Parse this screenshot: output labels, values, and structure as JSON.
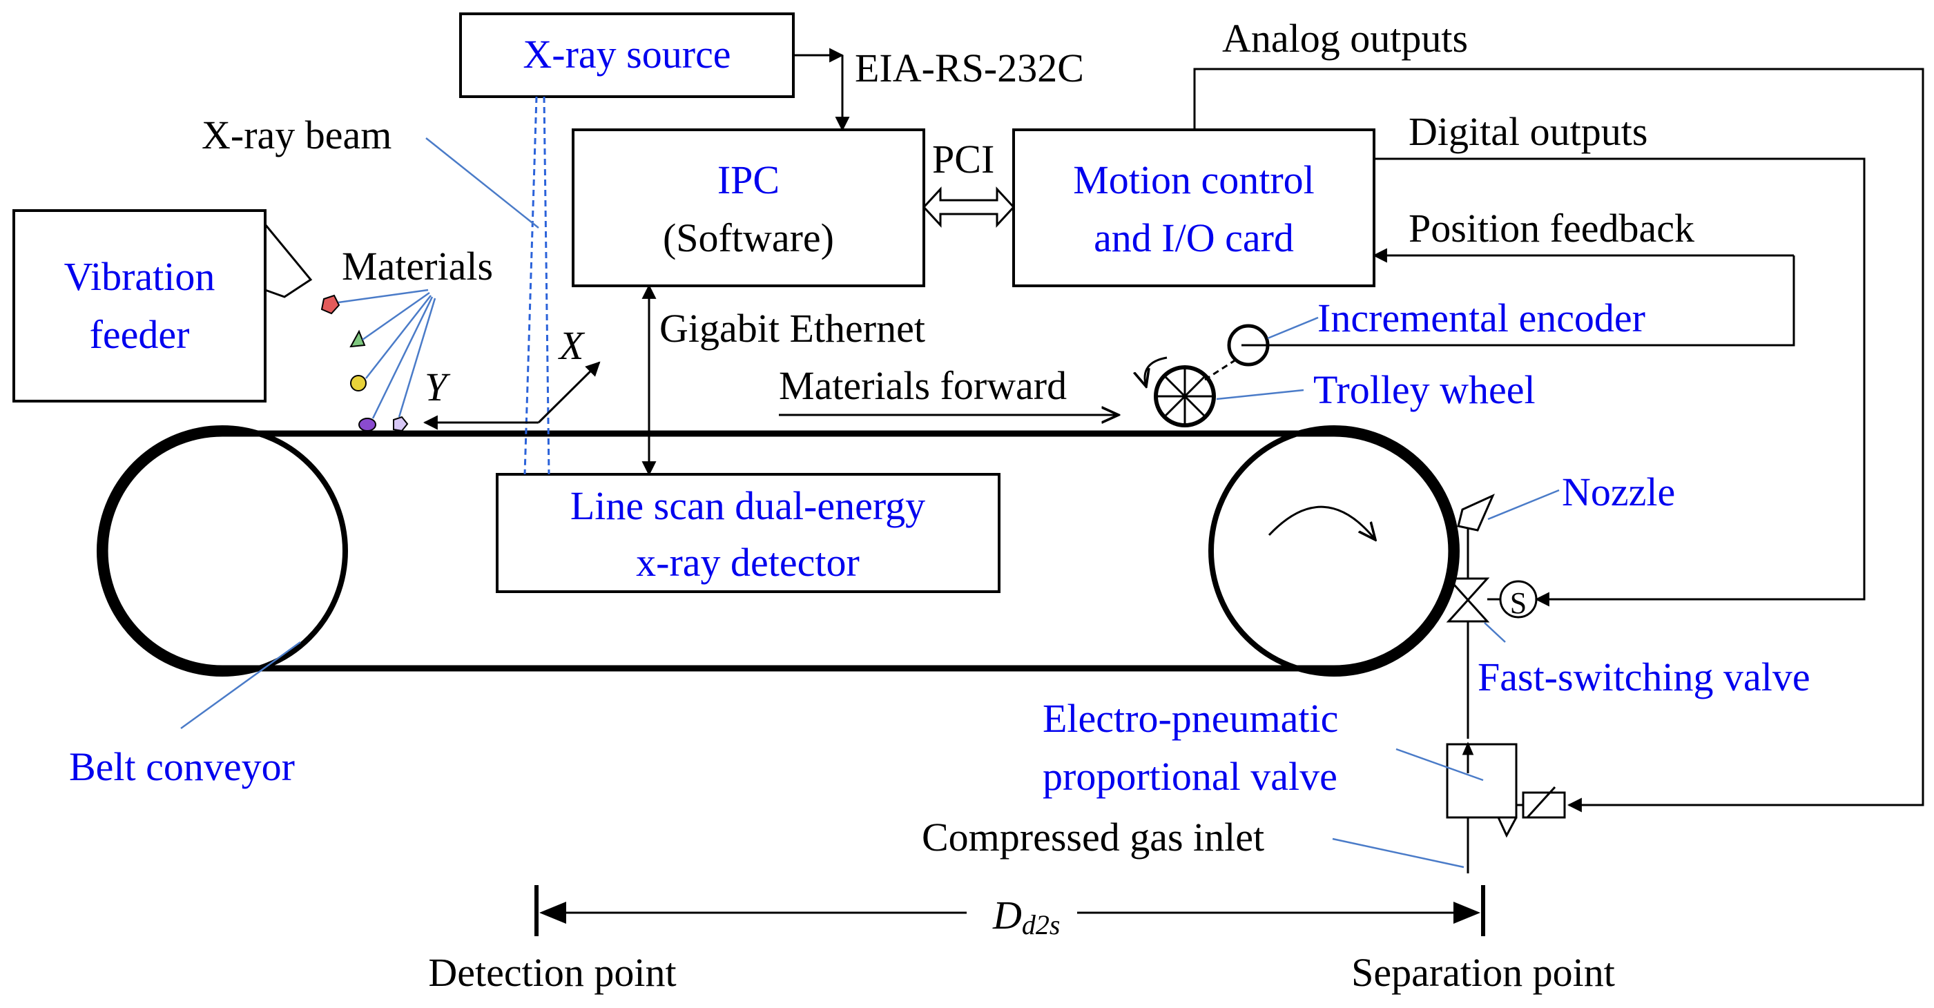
{
  "colors": {
    "text": "#000000",
    "component": "#0000ee",
    "leader": "#4a7bc8",
    "beam": "#2b62d9"
  },
  "components": {
    "xray_source": "X-ray source",
    "ipc": "IPC",
    "ipc_software": "(Software)",
    "motion_card_1": "Motion control",
    "motion_card_2": "and I/O card",
    "vibration_feeder_1": "Vibration",
    "vibration_feeder_2": "feeder",
    "detector_1": "Line scan dual-energy",
    "detector_2": "x-ray detector",
    "incremental_encoder": "Incremental encoder",
    "trolley_wheel": "Trolley wheel",
    "nozzle": "Nozzle",
    "fast_switching_valve": "Fast-switching valve",
    "ep_valve_1": "Electro-pneumatic",
    "ep_valve_2": "proportional valve",
    "belt_conveyor": "Belt conveyor",
    "solenoid": "S"
  },
  "labels": {
    "eia": "EIA-RS-232C",
    "analog_outputs": "Analog outputs",
    "digital_outputs": "Digital outputs",
    "position_feedback": "Position feedback",
    "pci": "PCI",
    "xray_beam": "X-ray beam",
    "materials": "Materials",
    "gigabit": "Gigabit Ethernet",
    "materials_forward": "Materials forward",
    "axis_x": "X",
    "axis_y": "Y",
    "gas_inlet": "Compressed gas inlet",
    "distance_main": "D",
    "distance_sub": "d2s",
    "detection_point": "Detection point",
    "separation_point": "Separation point"
  }
}
